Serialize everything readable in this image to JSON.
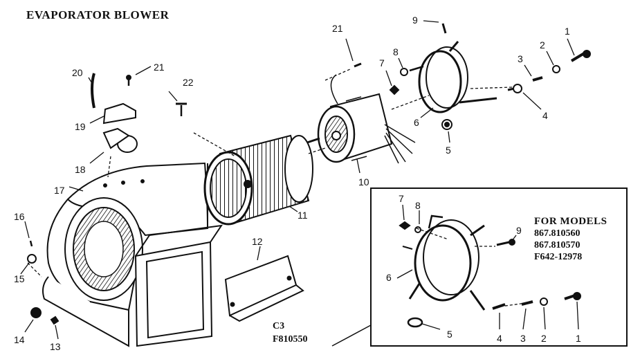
{
  "title": "EVAPORATOR BLOWER",
  "inset": {
    "heading": "FOR MODELS",
    "models": [
      "867.810560",
      "867.810570",
      "F642-12978"
    ]
  },
  "codes": {
    "section": "C3",
    "figure": "F810550"
  },
  "callouts": {
    "c1": "1",
    "c2": "2",
    "c3": "3",
    "c4": "4",
    "c5": "5",
    "c6": "6",
    "c7": "7",
    "c8": "8",
    "c9": "9",
    "c10": "10",
    "c11": "11",
    "c12": "12",
    "c13": "13",
    "c14": "14",
    "c15": "15",
    "c16": "16",
    "c17": "17",
    "c18": "18",
    "c19": "19",
    "c20": "20",
    "c21a": "21",
    "c21b": "21",
    "c22": "22"
  },
  "inset_callouts": {
    "c1": "1",
    "c2": "2",
    "c3": "3",
    "c4": "4",
    "c5": "5",
    "c6": "6",
    "c7": "7",
    "c8": "8",
    "c9": "9"
  }
}
